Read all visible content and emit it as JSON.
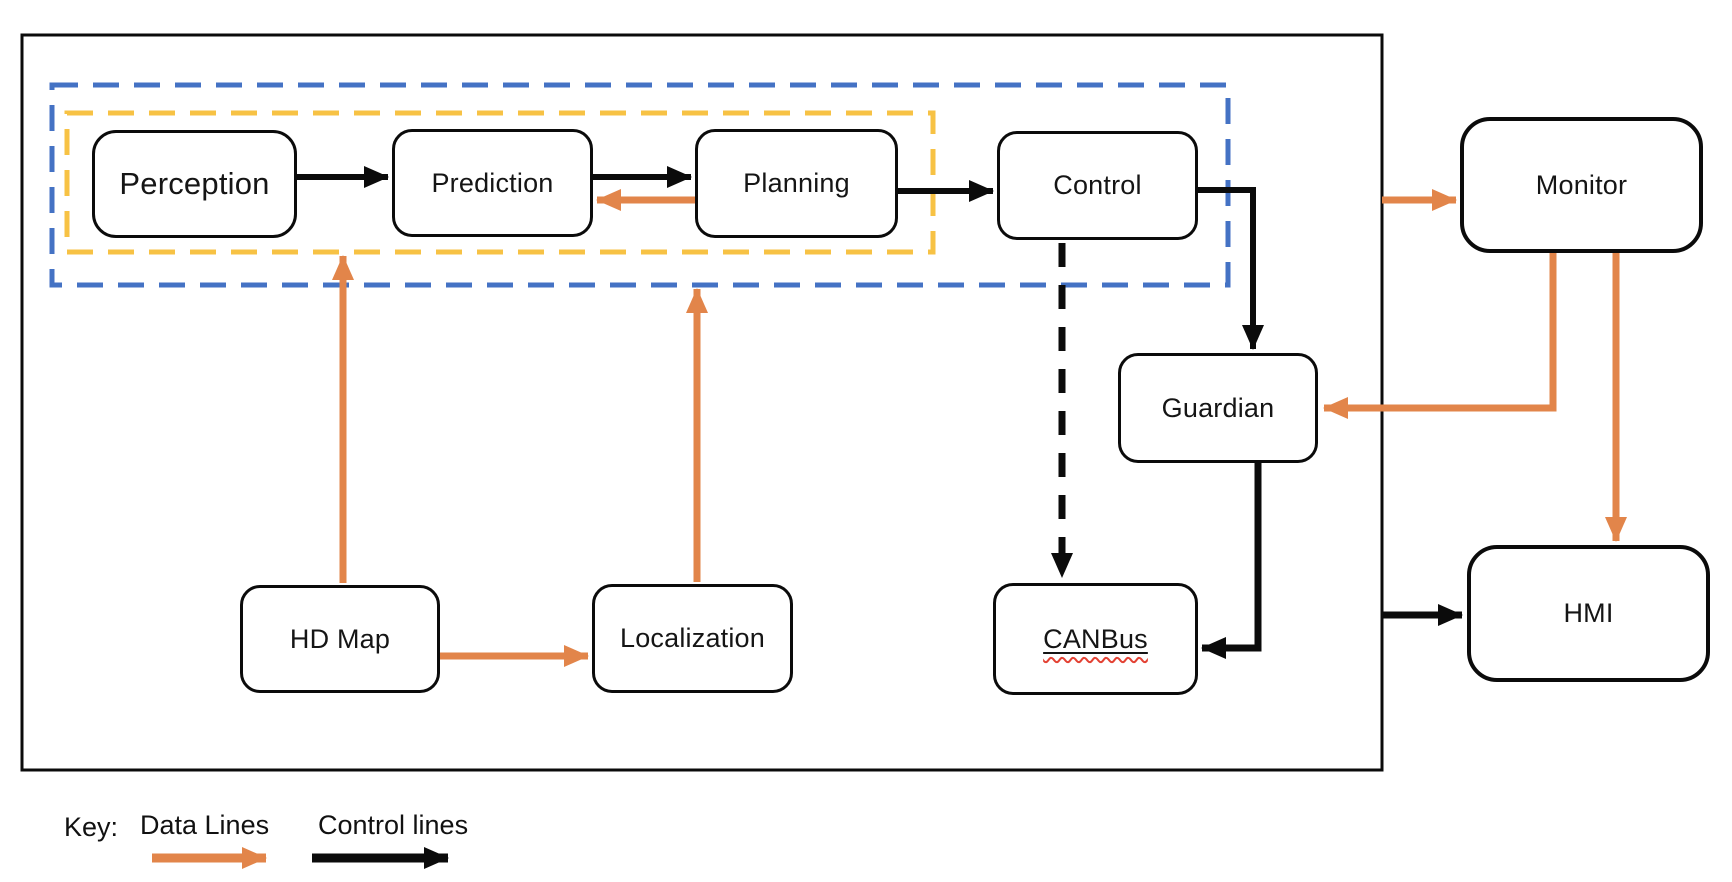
{
  "nodes": {
    "perception": {
      "label": "Perception"
    },
    "prediction": {
      "label": "Prediction"
    },
    "planning": {
      "label": "Planning"
    },
    "control": {
      "label": "Control"
    },
    "monitor": {
      "label": "Monitor"
    },
    "guardian": {
      "label": "Guardian"
    },
    "hd_map": {
      "label": "HD Map"
    },
    "localization": {
      "label": "Localization"
    },
    "canbus": {
      "label": "CANBus"
    },
    "hmi": {
      "label": "HMI"
    }
  },
  "groups": {
    "outer_solid_box": {
      "style": "solid black rectangle enclosing core modules"
    },
    "blue_dashed_group": {
      "style": "blue dashed rectangle around Perception, Prediction, Planning, Control"
    },
    "yellow_dashed_group": {
      "style": "yellow dashed rectangle around Perception, Prediction, Planning"
    }
  },
  "edges": [
    {
      "from": "perception",
      "to": "prediction",
      "type": "control",
      "dashed": false
    },
    {
      "from": "prediction",
      "to": "planning",
      "type": "control",
      "dashed": false
    },
    {
      "from": "planning",
      "to": "prediction",
      "type": "data",
      "dashed": false
    },
    {
      "from": "planning",
      "to": "control",
      "type": "control",
      "dashed": false
    },
    {
      "from": "control",
      "to": "guardian",
      "type": "control",
      "dashed": false
    },
    {
      "from": "control",
      "to": "canbus",
      "type": "control",
      "dashed": true
    },
    {
      "from": "guardian",
      "to": "canbus",
      "type": "control",
      "dashed": false
    },
    {
      "from": "hd_map",
      "to": "yellow_dashed_group",
      "type": "data",
      "dashed": false
    },
    {
      "from": "hd_map",
      "to": "localization",
      "type": "data",
      "dashed": false
    },
    {
      "from": "localization",
      "to": "blue_dashed_group",
      "type": "data",
      "dashed": false
    },
    {
      "from": "outer_solid_box",
      "to": "monitor",
      "type": "data",
      "dashed": false
    },
    {
      "from": "monitor",
      "to": "guardian",
      "type": "data",
      "dashed": false
    },
    {
      "from": "monitor",
      "to": "hmi",
      "type": "data",
      "dashed": false
    },
    {
      "from": "outer_solid_box",
      "to": "hmi",
      "type": "control",
      "dashed": false
    }
  ],
  "legend": {
    "key_label": "Key:",
    "data_lines_label": "Data Lines",
    "control_lines_label": "Control lines"
  },
  "colors": {
    "data_line": "#E2854A",
    "control_line": "#0B0B0B",
    "outer_group_dash": "#4472C4",
    "inner_group_dash": "#F7C244",
    "spellcheck_underline": "#E34234",
    "box_border": "#0B0B0B",
    "background": "#FFFFFF"
  }
}
